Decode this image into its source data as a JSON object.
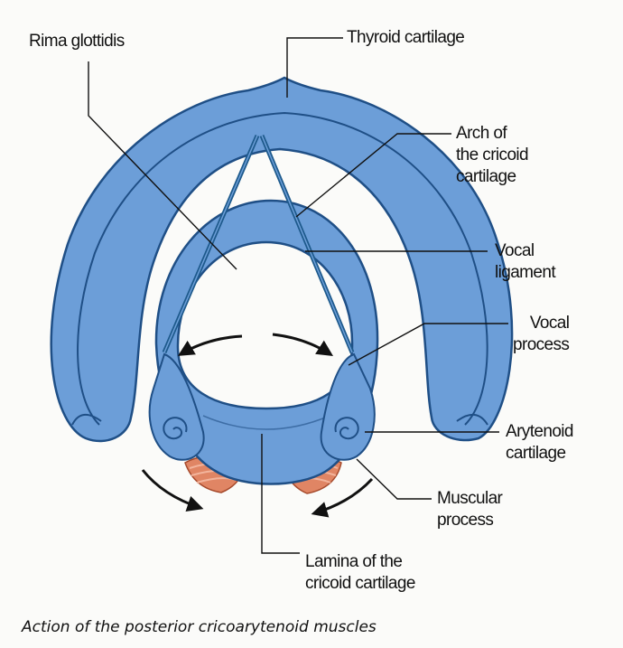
{
  "labels": {
    "rima_glottidis": "Rima glottidis",
    "thyroid_cartilage": "Thyroid cartilage",
    "arch_of_cricoid": [
      "Arch of",
      "the cricoid",
      "cartilage"
    ],
    "vocal_ligament": [
      "Vocal",
      "ligament"
    ],
    "vocal_process": [
      "Vocal",
      "process"
    ],
    "arytenoid_cartilage": [
      "Arytenoid",
      "cartilage"
    ],
    "muscular_process": [
      "Muscular",
      "process"
    ],
    "lamina_of_cricoid": [
      "Lamina of the",
      "cricoid cartilage"
    ]
  },
  "caption": "Action of the posterior cricoarytenoid muscles",
  "colors": {
    "cartilage_fill": "#6c9ed8",
    "cartilage_outline": "#1f4f86",
    "ligament": "#1e5a8c",
    "muscle": "#e08564",
    "arrow": "#111111",
    "background": "#fbfbf9"
  }
}
